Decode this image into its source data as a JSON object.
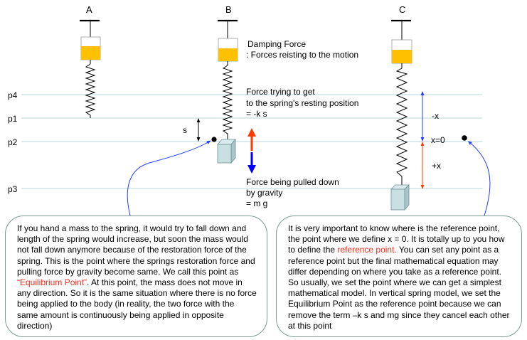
{
  "columns": {
    "a": "A",
    "b": "B",
    "c": "C"
  },
  "levels": {
    "p4": "p4",
    "p1": "p1",
    "p2": "p2",
    "p3": "p3"
  },
  "labels": {
    "s": "s",
    "damping_line1": "Damping Force",
    "damping_line2": ": Forces reisting to the motion",
    "restoring_line1": "Force trying to get",
    "restoring_line2": "to the spring's resting position",
    "restoring_line3": "= -k s",
    "gravity_line1": "Force being pulled down",
    "gravity_line2": "by gravity",
    "gravity_line3": "= m g",
    "neg_x": "-x",
    "x_zero": "x=0",
    "pos_x": "+x"
  },
  "callout_left": {
    "part1": "If you hand a mass to the spring, it would try to fall down and length of the spring would increase, but soon the mass would not fall down anymore because of the restoration force of the spring. This is the point where the springs restoration force and pulling force by gravity become same. We call this point as ",
    "highlight": "“Equilibrium Point”",
    "part2": ". At this point, the mass does not move in any direction. So it is the same situation where there is no force being applied to the body (in reality, the two force with the same amount is continuously being applied in opposite direction)"
  },
  "callout_right": {
    "part1": "It is very important to know where is the reference point, the point where we define x = 0. It is totally up to you how to define the ",
    "highlight": "reference point.",
    "part2": " You can set any point as a reference point but the final mathematical equation may differ depending on where you take as a reference point. So usually, we set the point where we can get a simplest mathematical model. In vertical spring model, we set the Equilibrium Point as the reference point because we can remove the term –k s and mg since they cancel each other at this point"
  },
  "colors": {
    "level_line": "#b7d6d8",
    "damper_fill": "#ffc000",
    "mass_fill": "#c9e0e3",
    "mass_edge": "#6f8f93",
    "up_arrow": "#ff3b00",
    "down_arrow": "#0000ff",
    "neg_x_arrow": "#1f3fff",
    "pos_x_arrow": "#ff3b00",
    "connector": "#1f3fff",
    "highlight": "#ff2a1a",
    "callout_border": "#7d9a97"
  }
}
